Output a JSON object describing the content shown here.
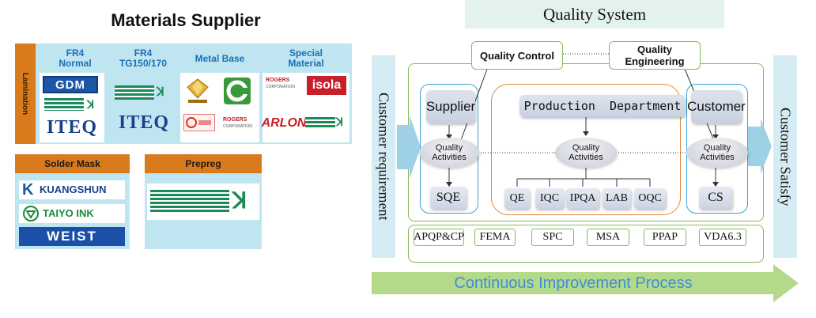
{
  "materials": {
    "title": "Materials Supplier",
    "columns": [
      "FR4\nNormal",
      "FR4\nTG150/170",
      "Metal Base",
      "Special\nMaterial"
    ],
    "lamination_label": "Lamination",
    "logos": {
      "gdm": "GDM",
      "iteq": "ITEQ",
      "rogers": "ROGERS",
      "rogers_sub": "CORPORATION",
      "isola": "isola",
      "arlon": "ARLON"
    },
    "solder_mask": {
      "label": "Solder Mask",
      "brands": [
        "KUANGSHUN",
        "TAIYO INK",
        "WEIST"
      ]
    },
    "prepreg": {
      "label": "Prepreg"
    }
  },
  "quality": {
    "title": "Quality System",
    "left_side": "Customer requirement",
    "right_side": "Customer Satisfy",
    "quality_control": "Quality Control",
    "quality_engineering": "Quality Engineering",
    "supplier": "Supplier",
    "production": "Production  Department",
    "customer": "Customer",
    "activities": "Quality Activities",
    "sqe": "SQE",
    "cs": "CS",
    "prod_units": [
      "QE",
      "IQC",
      "IPQA",
      "LAB",
      "OQC"
    ],
    "tools": [
      "APQP&CP",
      "FEMA",
      "SPC",
      "MSA",
      "PPAP",
      "VDA6.3"
    ],
    "improvement": "Continuous Improvement Process"
  },
  "colors": {
    "orange": "#d97a1c",
    "light_blue": "#bfe6f0",
    "green_border": "#8bb85a",
    "blue_border": "#3aa3d9",
    "orange_border": "#e08a3a",
    "arrow_green": "#b5d98a",
    "improvement_text": "#3d8fd6"
  }
}
